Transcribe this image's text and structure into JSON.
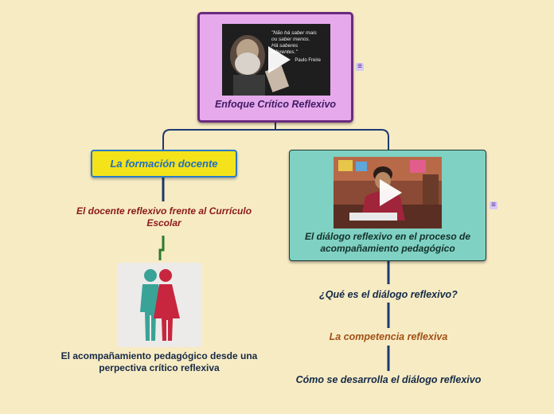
{
  "root": {
    "title": "Enfoque Crítico Reflexivo",
    "video_quote_line1": "\"Não há saber mais",
    "video_quote_line2": "ou saber menos.",
    "video_quote_line3": "Há saberes diferentes.\"",
    "video_quote_author": "Paulo Freire",
    "note_icon": "≡"
  },
  "formation": {
    "title": "La formación docente",
    "sub1": "El docente reflexivo frente al Currículo Escolar",
    "sub2_line1": "El acompañamiento pedagógico desde una",
    "sub2_line2": "perpectiva crítico reflexiva"
  },
  "dialog": {
    "title": "El diálogo reflexivo en el proceso de acompañamiento pedagógico",
    "note_icon": "≡",
    "items": [
      "¿Qué es el diálogo reflexivo?",
      "La competencia reflexiva",
      "Cómo se desarrolla el diálogo reflexivo"
    ]
  },
  "colors": {
    "background": "#f7ebc4",
    "root_fill": "#e6a9ec",
    "root_border": "#6a2b7e",
    "formation_fill": "#f4e21a",
    "formation_text": "#1f6ec2",
    "dialog_fill": "#7fd1c3",
    "connector": "#1c3a70",
    "connector_green": "#2d7a2d"
  }
}
